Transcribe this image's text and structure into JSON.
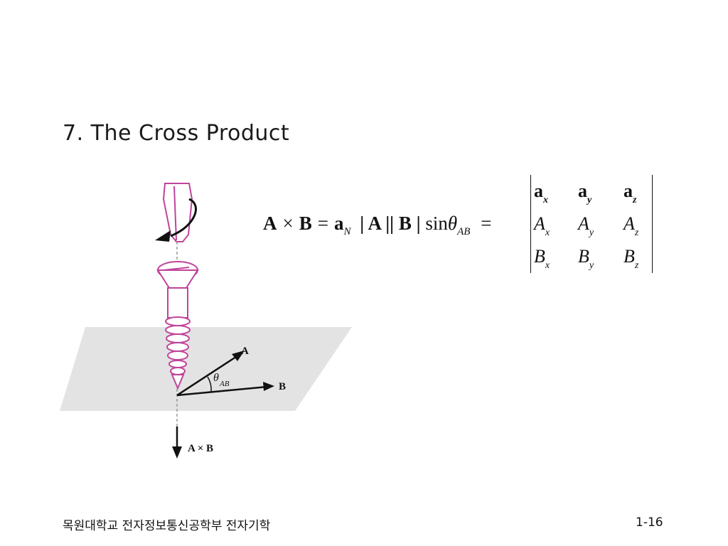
{
  "slide": {
    "title": "7.  The Cross Product"
  },
  "formula": {
    "lhs": {
      "A": "A",
      "times": "×",
      "B": "B",
      "eq": "=",
      "aN_base": "a",
      "aN_sub": "N",
      "absA": "| A |",
      "absB": "| B |",
      "sin": "sin",
      "theta": "θ",
      "theta_sub": "AB",
      "eq2": "="
    },
    "matrix": [
      [
        {
          "base": "a",
          "sub": "x"
        },
        {
          "base": "a",
          "sub": "y"
        },
        {
          "base": "a",
          "sub": "z"
        }
      ],
      [
        {
          "base": "A",
          "sub": "x"
        },
        {
          "base": "A",
          "sub": "y"
        },
        {
          "base": "A",
          "sub": "z"
        }
      ],
      [
        {
          "base": "B",
          "sub": "x"
        },
        {
          "base": "B",
          "sub": "y"
        },
        {
          "base": "B",
          "sub": "z"
        }
      ]
    ]
  },
  "figure": {
    "label_A": "A",
    "label_B": "B",
    "label_theta": "θ",
    "label_theta_sub": "AB",
    "label_result": "A × B",
    "colors": {
      "screw": "#c0449a",
      "plane": "#e3e3e3",
      "ink": "#111111"
    }
  },
  "footer": {
    "left": "목원대학교 전자정보통신공학부 전자기학",
    "right": "1-16"
  }
}
